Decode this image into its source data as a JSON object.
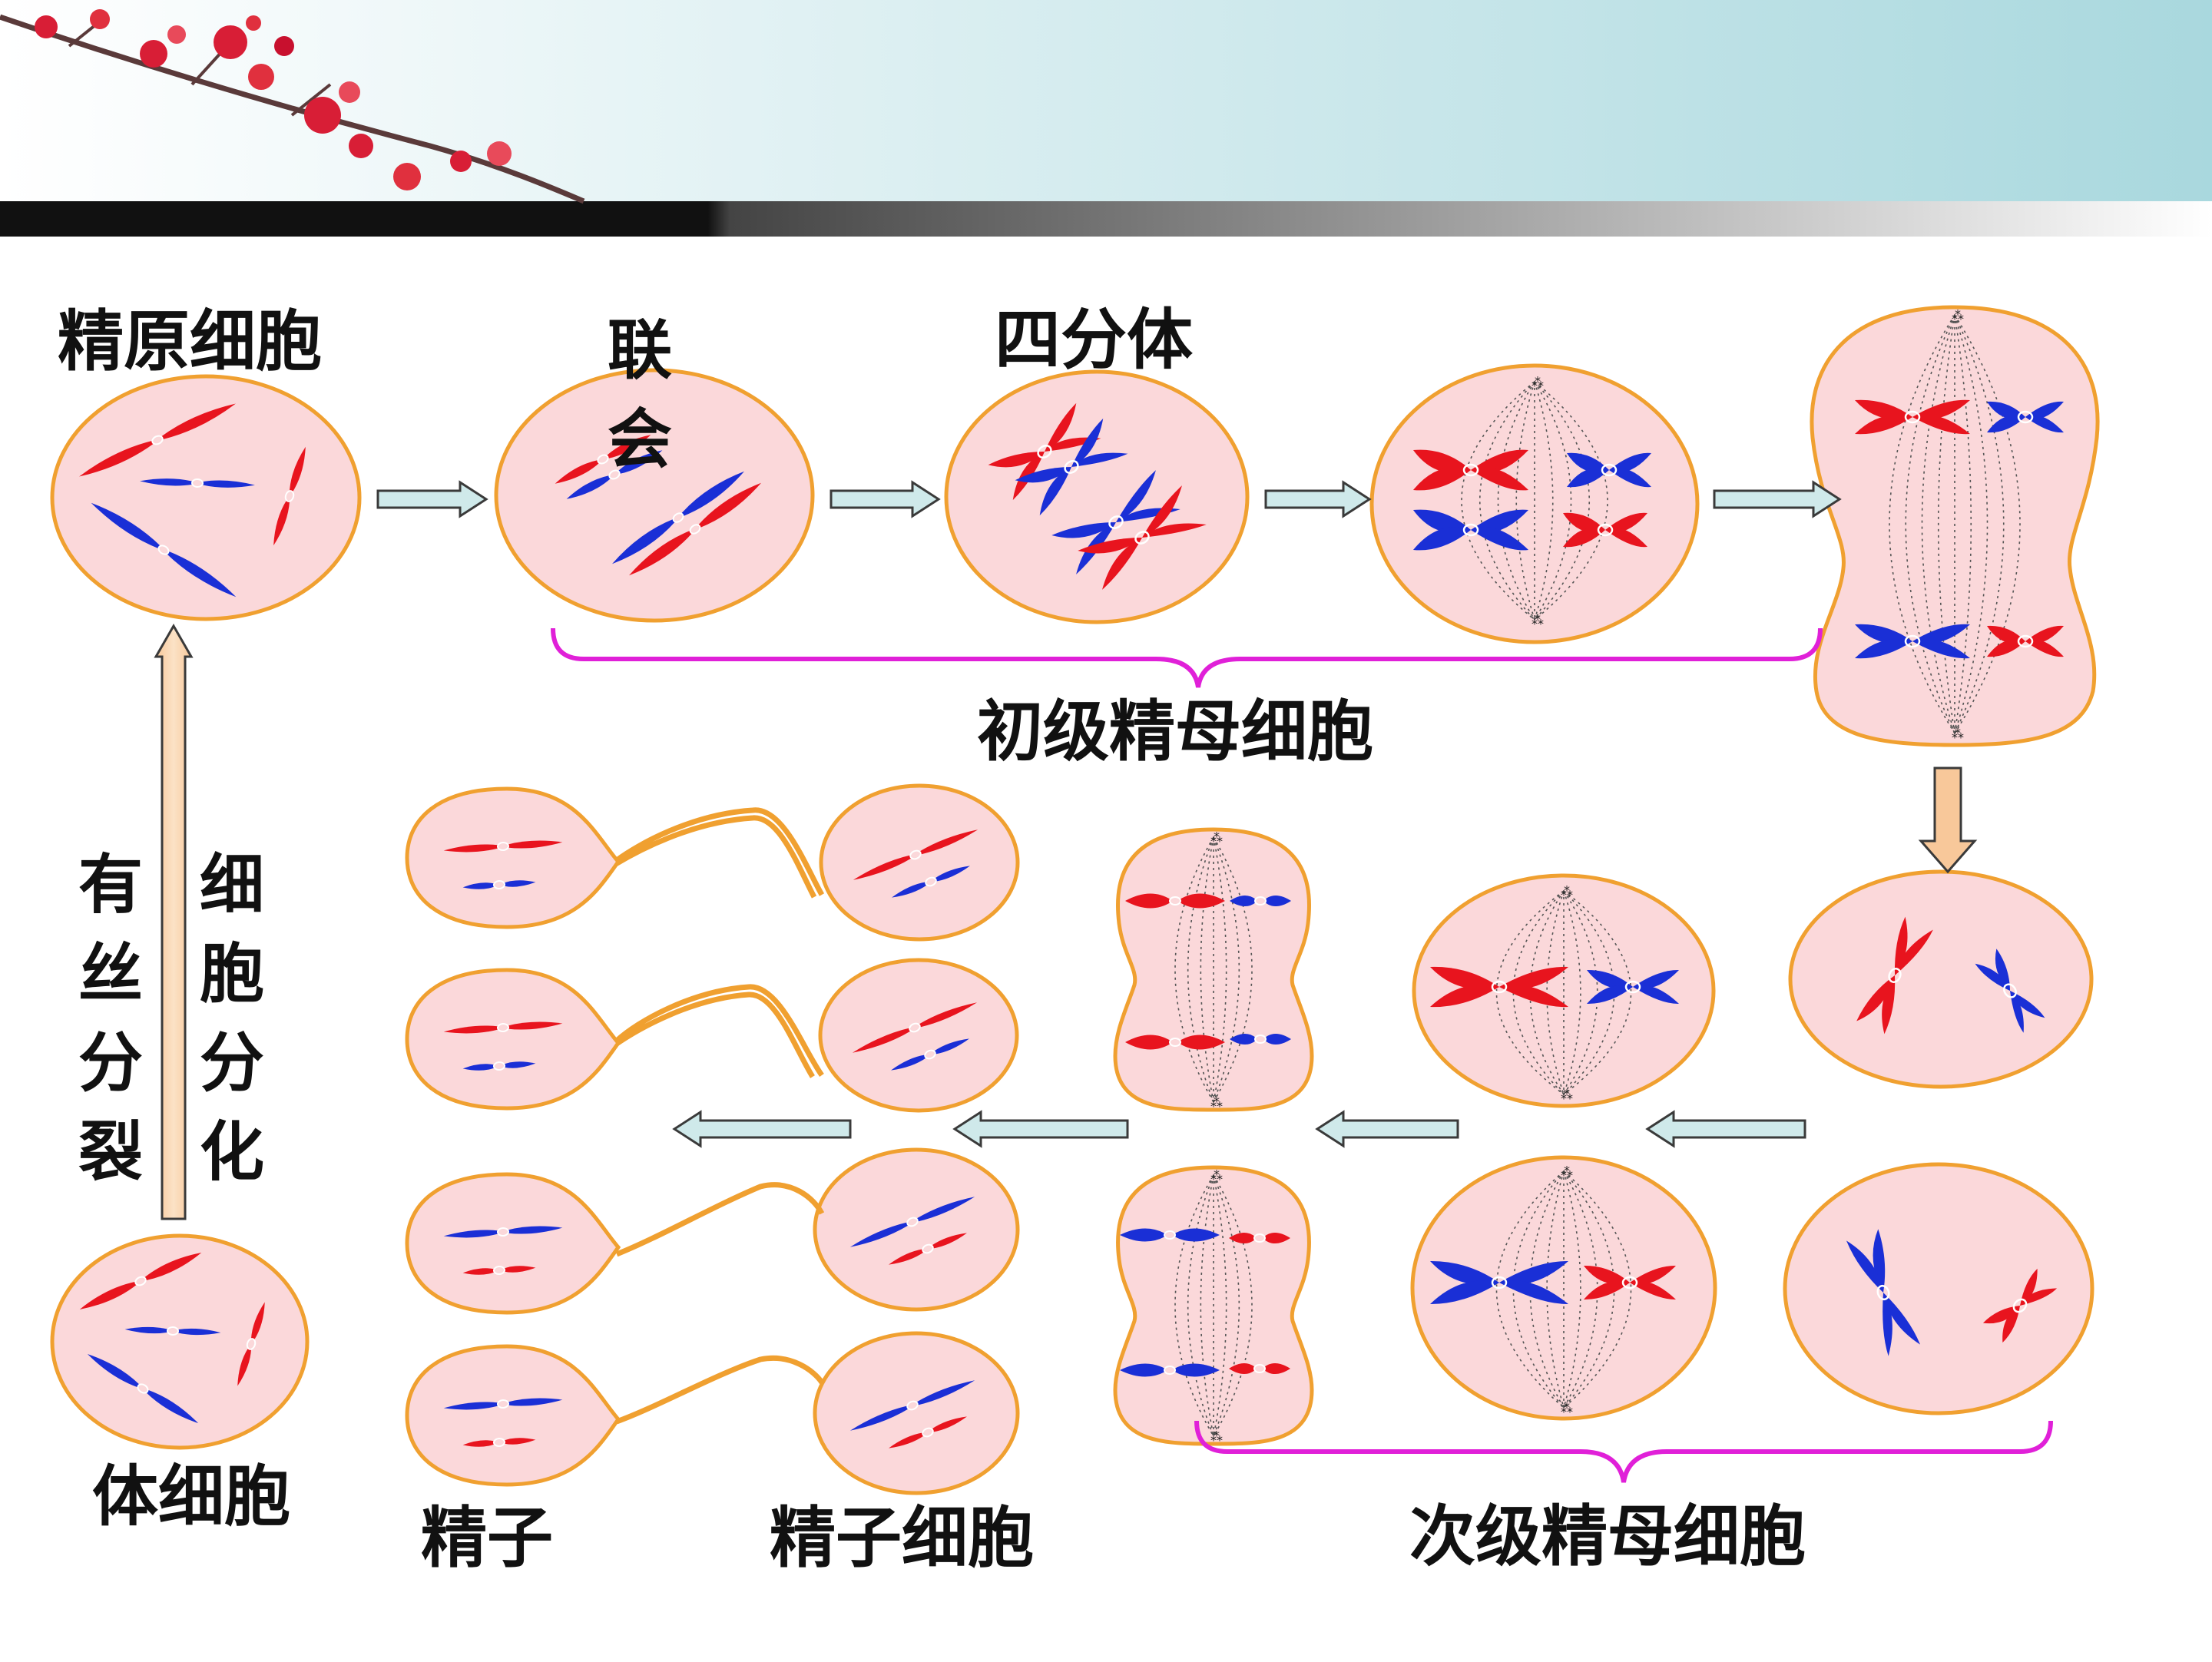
{
  "labels": {
    "spermatogonium": "精原细胞",
    "synapsis": "联会",
    "tetrad": "四分体",
    "primary_spermatocyte": "初级精母细胞",
    "mitosis": "有丝分裂",
    "differentiation": "细胞分化",
    "somatic_cell": "体细胞",
    "sperm": "精子",
    "spermatid": "精子细胞",
    "secondary_spermatocyte": "次级精母细胞"
  },
  "colors": {
    "cell_fill": "#fbd8da",
    "cell_outline": "#f0a030",
    "maternal_chromosome": "#e8141e",
    "paternal_chromosome": "#1a2fd6",
    "flow_arrow": "#cfe9ea",
    "brace": "#e020d8",
    "header_gradient": [
      "#ffffff",
      "#a9d8de"
    ]
  }
}
